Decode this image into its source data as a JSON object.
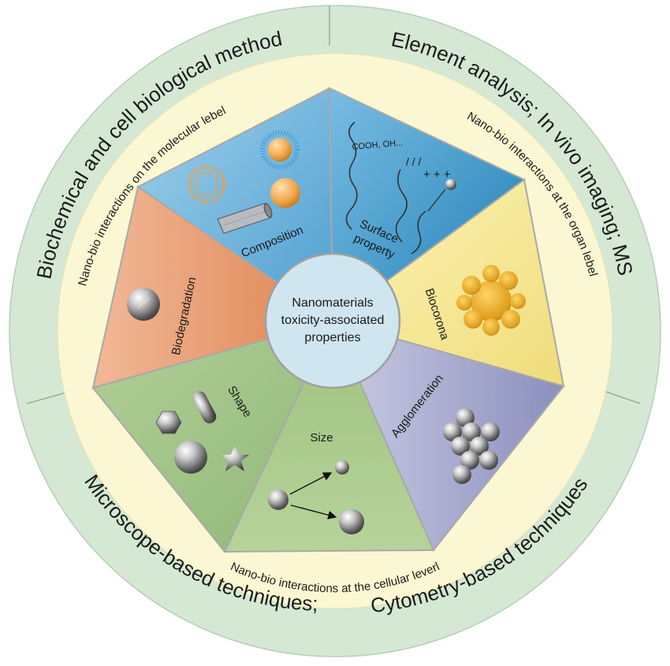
{
  "center": {
    "line1": "Nanomaterials",
    "line2": "toxicity-associated",
    "line3": "properties"
  },
  "outer_ring": {
    "top_left": "Biochemical and cell biological method",
    "top_right": "Element analysis; In vivo imaging; MS",
    "bottom_left": "Microscope-based techniques;",
    "bottom_right": "Cytometry-based techniques"
  },
  "middle_ring": {
    "molecular": "Nano-bio interactions on the molecular lebel",
    "organ": "Nano-bio interactions at the organ lebel",
    "cellular": "Nano-bio interactions at the cellular leverl"
  },
  "segments": {
    "composition": "Composition",
    "surface_line1": "Surface",
    "surface_line2": "property",
    "surface_groups": "COOH, OH...",
    "biocorona": "Biocorona",
    "agglomeration": "Agglomeration",
    "size": "Size",
    "shape": "Shape",
    "biodegradation": "Biodegradation"
  },
  "colors": {
    "outer_ring": "#d4e8d4",
    "middle_ring": "#fbf7d2",
    "composition": "#6fb3d9",
    "surface": "#3f97c7",
    "biocorona": "#f4e79a",
    "agglomeration": "#a4a8cc",
    "size": "#a6c88a",
    "shape": "#a3c48c",
    "biodegradation": "#e0956a",
    "center": "#cfe6f0"
  }
}
